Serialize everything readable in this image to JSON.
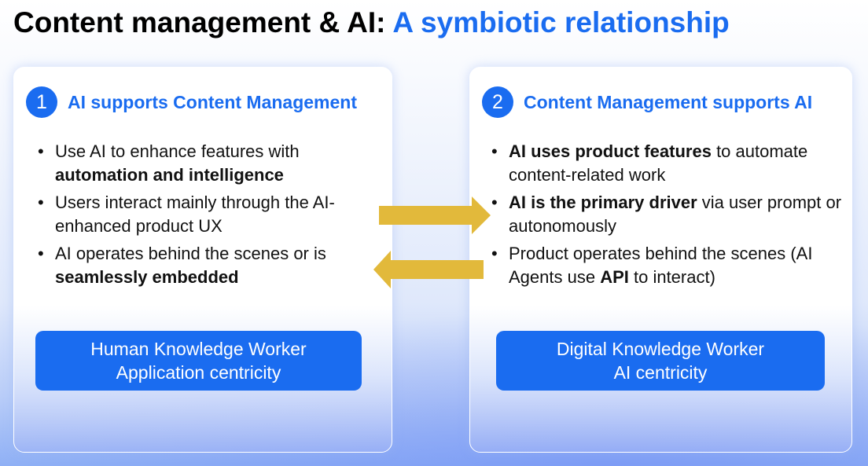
{
  "title": {
    "main": "Content management & AI:",
    "accent": "A symbiotic relationship"
  },
  "colors": {
    "accent": "#1a6cf0",
    "arrow": "#e2b93b"
  },
  "left": {
    "number": "1",
    "heading": "AI supports Content Management",
    "bullets": [
      {
        "pre": "Use AI to enhance features with ",
        "bold": "automation and intelligence",
        "post": ""
      },
      {
        "pre": "Users interact mainly through the AI-enhanced product UX",
        "bold": "",
        "post": ""
      },
      {
        "pre": "AI operates behind the scenes or is ",
        "bold": "seamlessly embedded",
        "post": ""
      }
    ],
    "button": {
      "line1": "Human Knowledge Worker",
      "line2": "Application centricity"
    }
  },
  "right": {
    "number": "2",
    "heading": "Content Management supports AI",
    "bullets": [
      {
        "pre": "",
        "bold": "AI uses product features",
        "post": " to automate content-related work"
      },
      {
        "pre": "",
        "bold": "AI is the primary driver",
        "post": " via user prompt or autonomously"
      },
      {
        "pre": "Product operates behind the scenes (AI Agents use ",
        "bold": "API",
        "post": " to interact)"
      }
    ],
    "button": {
      "line1": "Digital Knowledge Worker",
      "line2": "AI centricity"
    }
  },
  "icons": {
    "right_arrow": "arrow-right-icon",
    "left_arrow": "arrow-left-icon"
  }
}
